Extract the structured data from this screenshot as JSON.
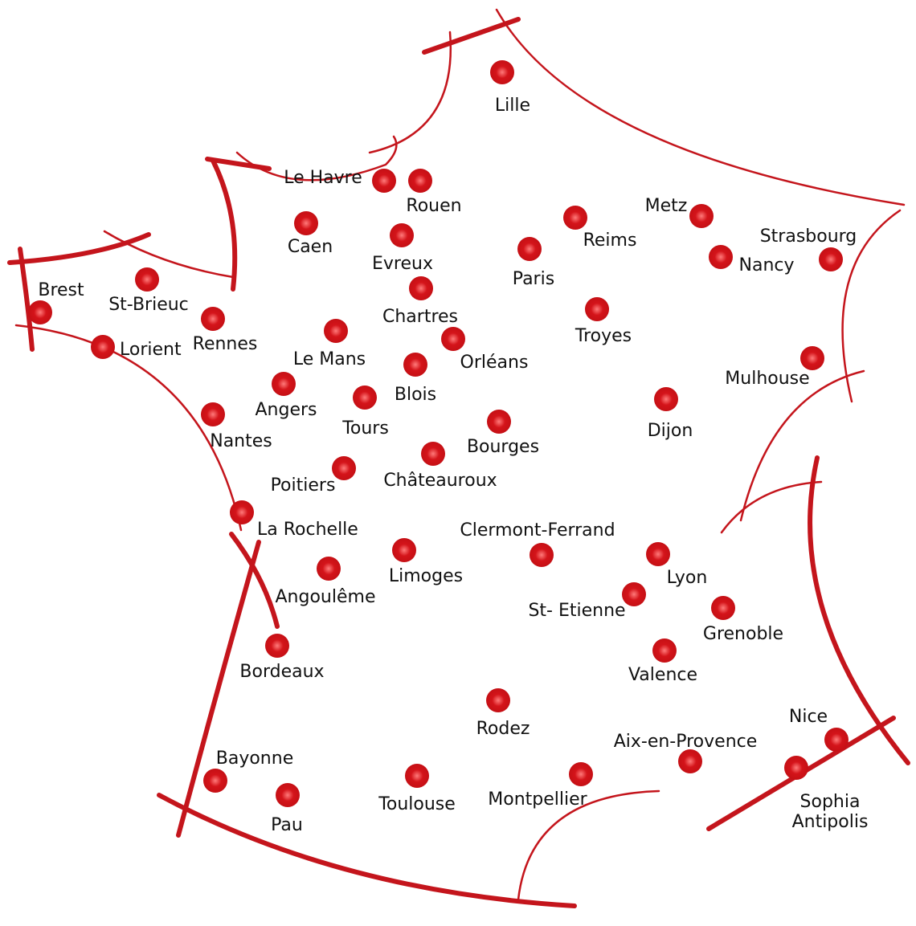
{
  "colors": {
    "outline": "#c4151c",
    "dot": "#d4141a",
    "dot_highlight": "#ff7a7a",
    "label": "#111111",
    "background": "#ffffff"
  },
  "cities": [
    {
      "id": "lille",
      "name": "Lille"
    },
    {
      "id": "le-havre",
      "name": "Le Havre"
    },
    {
      "id": "rouen",
      "name": "Rouen"
    },
    {
      "id": "metz",
      "name": "Metz"
    },
    {
      "id": "reims",
      "name": "Reims"
    },
    {
      "id": "caen",
      "name": "Caen"
    },
    {
      "id": "evreux",
      "name": "Evreux"
    },
    {
      "id": "strasbourg",
      "name": "Strasbourg"
    },
    {
      "id": "nancy",
      "name": "Nancy"
    },
    {
      "id": "paris",
      "name": "Paris"
    },
    {
      "id": "brest",
      "name": "Brest"
    },
    {
      "id": "st-brieuc",
      "name": "St-Brieuc"
    },
    {
      "id": "chartres",
      "name": "Chartres"
    },
    {
      "id": "troyes",
      "name": "Troyes"
    },
    {
      "id": "lorient",
      "name": "Lorient"
    },
    {
      "id": "rennes",
      "name": "Rennes"
    },
    {
      "id": "le-mans",
      "name": "Le Mans"
    },
    {
      "id": "orleans",
      "name": "Orléans"
    },
    {
      "id": "mulhouse",
      "name": "Mulhouse"
    },
    {
      "id": "blois",
      "name": "Blois"
    },
    {
      "id": "angers",
      "name": "Angers"
    },
    {
      "id": "tours",
      "name": "Tours"
    },
    {
      "id": "dijon",
      "name": "Dijon"
    },
    {
      "id": "nantes",
      "name": "Nantes"
    },
    {
      "id": "bourges",
      "name": "Bourges"
    },
    {
      "id": "chateauroux",
      "name": "Châteauroux"
    },
    {
      "id": "poitiers",
      "name": "Poitiers"
    },
    {
      "id": "la-rochelle",
      "name": "La Rochelle"
    },
    {
      "id": "clermont-ferrand",
      "name": "Clermont-Ferrand"
    },
    {
      "id": "limoges",
      "name": "Limoges"
    },
    {
      "id": "lyon",
      "name": "Lyon"
    },
    {
      "id": "angouleme",
      "name": "Angoulême"
    },
    {
      "id": "st-etienne",
      "name": "St- Etienne"
    },
    {
      "id": "grenoble",
      "name": "Grenoble"
    },
    {
      "id": "bordeaux",
      "name": "Bordeaux"
    },
    {
      "id": "valence",
      "name": "Valence"
    },
    {
      "id": "rodez",
      "name": "Rodez"
    },
    {
      "id": "nice",
      "name": "Nice"
    },
    {
      "id": "aix-en-provence",
      "name": "Aix-en-Provence"
    },
    {
      "id": "bayonne",
      "name": "Bayonne"
    },
    {
      "id": "toulouse",
      "name": "Toulouse"
    },
    {
      "id": "montpellier",
      "name": "Montpellier"
    },
    {
      "id": "pau",
      "name": "Pau"
    },
    {
      "id": "sophia-antipolis",
      "name": [
        "Sophia",
        "Antipolis"
      ]
    }
  ]
}
